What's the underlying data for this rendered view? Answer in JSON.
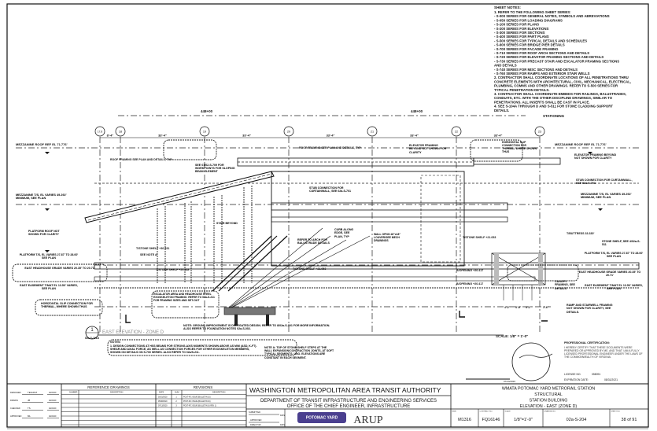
{
  "sheet_notes": {
    "title": "SHEET NOTES:",
    "lines": [
      "1. REFER TO THE FOLLOWING SHEET SERIES:",
      " - S-000 SERIES FOR GENERAL NOTES, SYMBOLS AND ABREVIATIONS",
      " - S-050 SERIES FOR LOADING DIAGRAMS",
      " - S-100 SERIES FOR PLANS",
      " - S-200 SERIES FOR ELEVATIONS",
      " - S-300 SERIES FOR SECTIONS",
      " - S-400 SERIES FOR PART PLANS",
      " - S-500 SERIES FOR TYPICAL DETAILS AND SCHEDULES",
      " - S-600 SERIES FOR BRIDGE PIER DETAILS",
      " - S-700 SERIES FOR FACADE FRAMING",
      " - S-710 SERIES FOR ROOF ARCH SECTIONS AND DETAILS",
      " - S-720 SERIES FOR ELEVATOR FRAMING SECTIONS AND DETAILS",
      " - S-730 SERIES FOR PRECAST STAIR AND ESCALATOR FRAMING SECTIONS",
      "AND DETAILS",
      " - S-740 SERIES FOR MISC SECTIONS AND DETAILS",
      " - S-760 SERIES FOR RAMPS AND EXTERIOR STAIR WELLS",
      "2. CONTRACTOR SHALL COORDINATE LOCATIONS OF ALL PENETRATIONS THRU",
      "CONCRETE ELEMENTS WITH ARCHITECTURAL, CIVIL, MECHANICAL, ELECTRICAL,",
      "PLUMBING, COMMS AND OTHER DRAWINGS. REFER TO S-500 SERIES FOR",
      "TYPICAL PENETRATION DETAILS.",
      "3. CONTRACTOR SHALL COORDINATE EMBEDS FOR RAILINGS, BALUSTRADES,",
      "CONDUITS, ETC. WITH THE OTHER DISCIPLINE DRAWINGS, SIMILAR TO",
      "PENETRATIONS. ALL INSERTS SHALL BE CAST IN PLACE.",
      "4. SEE S-104A THROUGH D AND S-511 FOR STONE CLADDING SUPPORT",
      "DETAILS."
    ]
  },
  "stationing": {
    "label": "STATIONING",
    "stations": [
      "448+00",
      "448+00"
    ]
  },
  "grid": {
    "lines": [
      "17.8",
      "18",
      "19",
      "20",
      "21",
      "22",
      "23"
    ],
    "dimensions": [
      "8'-4\"",
      "33'-4\"",
      "33'-4\"",
      "33'-4\"",
      "33'-4\"",
      "33'-4\""
    ]
  },
  "callouts": {
    "mezz_roof_left": "MEZZANINE ROOF REF EL 71.776'",
    "mezz_roof_right": "MEZZANINE ROOF REF EL 71.776'",
    "roof_framing": "ROOF FRAMING SEE PLAN AND DETAILS, TYP",
    "roof_framing2": "ROOF FRAMING SEE PLAN AND DETAILS, TYP",
    "see_sloping": "SEE 01/02-S-709 FOR WORKPOINTS FOR SLOPING BEAM ELEMENT",
    "mezz_tos_left": "MEZZANINE T/S, EL VARIES 49.292' MINIMUM, SEE PLAN",
    "mezz_tos_right": "MEZZANINE T/S, EL VARIES 49.292' MINIMUM, SEE PLAN",
    "platform_roof": "PLATFORM ROOF NOT SHOWN FOR CLARITY",
    "stair_beyond": "STAIR BEYOND",
    "stub_left": "STUB CONNECTION FOR CURTAINWALL, SEE 02a-S-701",
    "stub_right": "STUB CONNECTION FOR CURTAINWALL, SEE 02a-S-701",
    "elevator_left": "ELEVATOR FRAMING BEYOND NOT SHOWN FOR CLARITY",
    "elevator_right": "ELEVATOR FRAMING BEYOND NOT SHOWN FOR CLARITY",
    "horizontal_slip_top": "HORIZONTAL SLIP CONNECTION FOR THERMAL WHERE SHOWN THUS",
    "platform_tos_left": "PLATFORM T/S, EL VARIES 27.87' TO 28.00' SEE PLAN",
    "platform_tos_right": "PLATFORM T/S, EL VARIES 27.87' TO 28.00' SEE PLAN",
    "grade_left": "EAST HEADHOUSE GRADE VARIES 20.35' TO 20.71'",
    "grade_right": "EAST HEADHOUSE GRADE VARIES 20.35' TO 20.71'",
    "easement_left": "EAST EASEMENT T/MAT EL 13.50' VARIES, SEE PLAN",
    "easement_right": "EAST EASEMENT T/MAT EL 13.50' VARIES, SEE PLAN",
    "slip_left": "HORIZONTAL SLIP CONNECTION FOR THERMAL, WHERE SHOWN THUS",
    "stone_shelf_1": "T/STONE SHELF +30.531",
    "see_note_a": "SEE NOTE A",
    "stone_shelf_2": "T/STONE SHELF +29.838",
    "stone_shelf_3": "T/STONE SHELF +21.053",
    "stone_shelf_4": "T/STONE SHELF +21.053",
    "refer_arch": "REFER TO ARCH FOR BALUSTRADE DETAILS",
    "curb": "CURB ALONG EDGE, SEE PLAN, TYP",
    "wall_opng": "WALL OPNG.18\"x18\" LOUVER/SEE MECH DRAWINGS",
    "escalator": "ESCALATOR AREA AND HEADHOUSE STEEL EXOSKELETON FRAMING. REFER TO 02a-S-211 FOR FRAMING SIZES AND SET-OUT",
    "b_opening_1": "B/OPENING +20.417",
    "b_opening_2": "B/OPENING +20.417",
    "t_buttress": "T/BUTTRESS 33.330'",
    "stone_shelf_right": "STONE SHELF, SEE 4/02a-S-511",
    "canopy": "CANOPY FRAMING, SEE DETAILS",
    "ramp": "RAMP AND STAIRWELL FRAMING NOT SHOWN FOR CLARITY, SEE DETAILS.",
    "dims_bottom": [
      "4'-2\"",
      "4'-6\"",
      "4'-2\"",
      "1'-6\""
    ],
    "ground_note": "NOTE: GROUND IMPROVEMENT IS DELEGATED DESIGN. REFER TO 8/02a-S-001 FOR MORE INFORMATION. ALSO REFER TO FOUNDATION NOTES 02a-S-002."
  },
  "view": {
    "number": "1",
    "ref": "02a-S-101D",
    "title": "EAST ELEVATION - ZONE D",
    "scale": "SCALE: 1/8\" = 1'-0\""
  },
  "notes": {
    "title": "NOTES:",
    "note1": "1. DESIGN CONNECTIONS AT HSS BEAMS FOR STRONG-AXIS MOMENTS SHOWN ABOVE AS M/M (ASD, K-FT). SHEAR AND AXIAL FORCE, AS WELL AS CONNECTION FORCES FOR OTHER EXOSKELETON MEMBERS, SHOWN ON DETAILS ON S-700 SERIES. ALSO REFER TO 02a/S-211.",
    "noteA": "NOTE A: TOP OF STONE SHELF STEPS AT THE WALL EXPANSION/CONTRACTION JOINTS, AT SOFT TYPICAL SEGMENTS, UNO. ELEVATIONS ARE CONSTANT IN EACH SEGMENT."
  },
  "certification": {
    "title": "PROFESSIONAL CERTIFICATION:",
    "text": "I HEREBY CERTIFY THAT THESE DOCUMENTS WERE PREPARED OR APPROVED BY ME, AND THAT I AM A FULLY LICENSED PROFESSIONAL ENGINEER UNDER THE LAWS OF THE COMMONWEALTH OF VIRGINIA.",
    "license_label": "LICENSE NO.",
    "license_no": "058091",
    "expiration_label": "EXPIRATION DATE:",
    "expiration": "08/31/2021",
    "seal_date": "07/24/2020"
  },
  "signatures": {
    "rows": [
      {
        "label": "DESIGNED",
        "name": "TEHHICZ",
        "date": "02/24/20"
      },
      {
        "label": "DRAWN",
        "name": "JB",
        "date": "02/24/20"
      },
      {
        "label": "CHECKED",
        "name": "TS",
        "date": "02/24/20"
      },
      {
        "label": "APPROVED",
        "name": "ML",
        "date": "02/24/20"
      }
    ]
  },
  "reference_drawings": {
    "title": "REFERENCE DRAWINGS",
    "col_number": "NUMBER",
    "col_description": "DESCRIPTION"
  },
  "revisions": {
    "title": "REVISIONS",
    "col_date": "DATE",
    "col_num": "NUM",
    "col_description": "DESCRIPTION",
    "rows": [
      {
        "date": "03/31/2020",
        "num": "1",
        "description": "POST-IFC ISSUE (BULLETIN 10)"
      },
      {
        "date": "05/08/2020",
        "num": "2",
        "description": "POST-IFC ISSUE (BULLETIN 16)"
      },
      {
        "date": "07/13/2020",
        "num": "3",
        "description": "POST-IFC ISSUE (BULLETIN 16 REV 1)"
      }
    ]
  },
  "authority": {
    "name": "WASHINGTON METROPOLITAN AREA TRANSIT AUTHORITY",
    "dept": "DEPARTMENT OF TRANSIT INFRASTRUCTURE AND ENGINEERING SERVICES",
    "office": "OFFICE OF THE CHIEF ENGINEER, INFRASTRUCTURE",
    "submitted": "SUBMITTED",
    "approved": "APPROVED",
    "director": "DIRECTOR",
    "date": "DATE"
  },
  "logos": {
    "potomac": "POTOMAC YARD",
    "arup": "ARUP"
  },
  "project": {
    "line1": "WMATA POTOMAC YARD METRORAIL STATION",
    "line2": "STRUCTURAL",
    "line3": "STATION BUILDING",
    "line4": "ELEVATION - EAST (ZONE D)"
  },
  "title_cells": [
    {
      "label": "MWD",
      "value": "M1316"
    },
    {
      "label": "CONTRACT NO.",
      "value": "FQ16146"
    },
    {
      "label": "SCALE",
      "value": "1/8\"=1'-0\""
    },
    {
      "label": "DRAWING NO.",
      "value": "02a-S-204"
    },
    {
      "label": "SHEET NO.",
      "value": "38 of 91"
    }
  ]
}
